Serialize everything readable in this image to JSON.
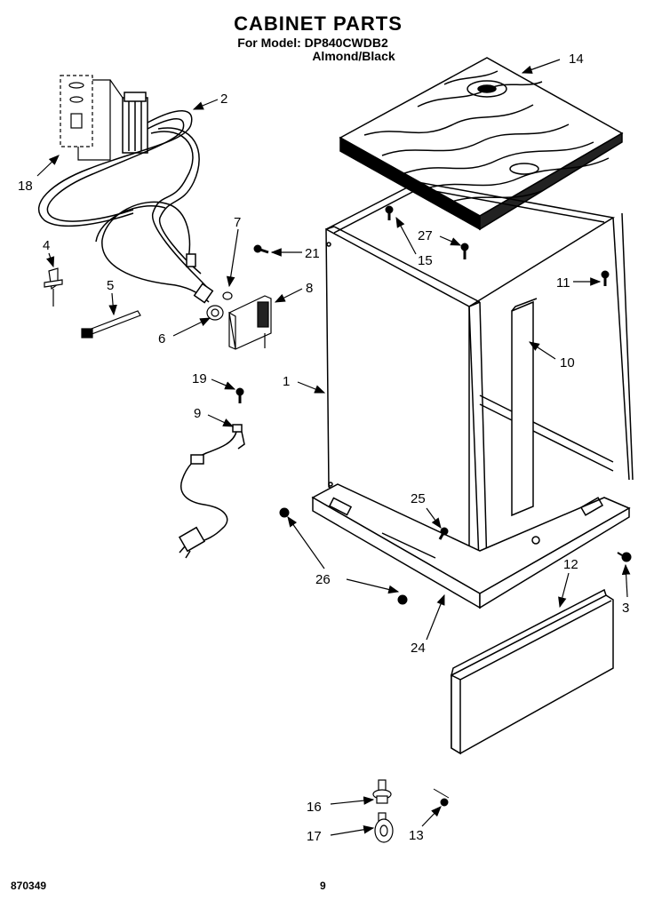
{
  "title": "CABINET PARTS",
  "subtitle_model": "For Model: DP840CWDB2",
  "subtitle_color": "Almond/Black",
  "footer_left": "870349",
  "footer_page": "9",
  "callouts": [
    "14",
    "2",
    "18",
    "7",
    "21",
    "4",
    "5",
    "8",
    "6",
    "27",
    "15",
    "11",
    "10",
    "1",
    "19",
    "9",
    "25",
    "12",
    "26",
    "3",
    "24",
    "16",
    "17",
    "13"
  ]
}
